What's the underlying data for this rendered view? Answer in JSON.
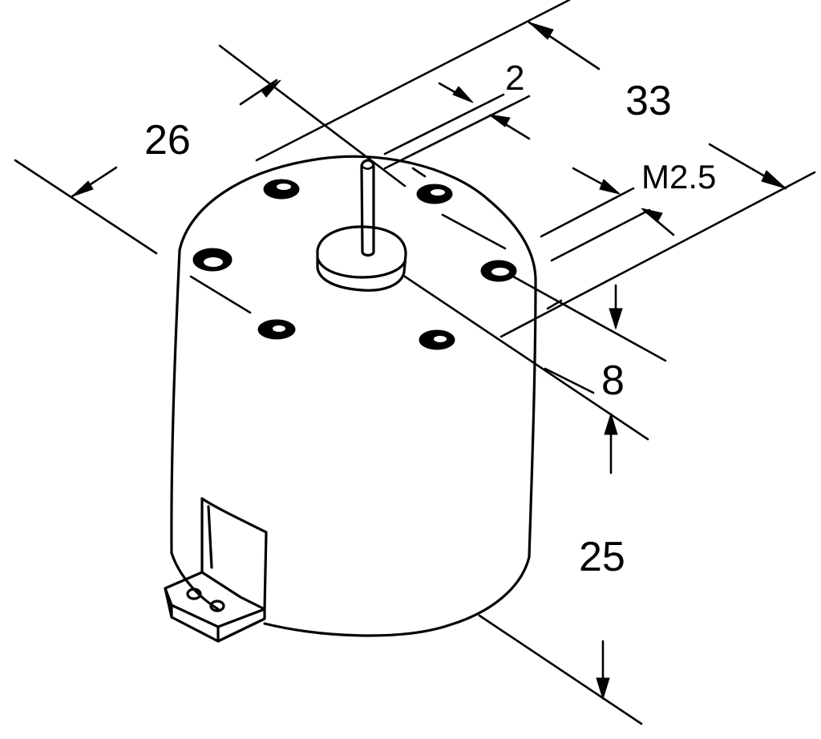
{
  "diagram": {
    "dimensions": {
      "d26": "26",
      "d33": "33",
      "d2": "2",
      "dm25": "M2.5",
      "d8": "8",
      "d25": "25"
    }
  }
}
